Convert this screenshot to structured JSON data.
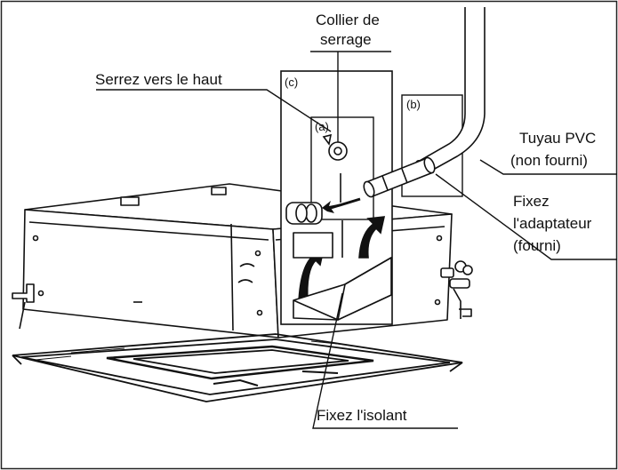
{
  "labels": {
    "clamp_line1": "Collier de",
    "clamp_line2": "serrage",
    "tighten_up": "Serrez vers le haut",
    "pvc_line1": "Tuyau PVC",
    "pvc_line2": "(non fourni)",
    "adapter_line1": "Fixez",
    "adapter_line2": "l'adaptateur",
    "adapter_line3": "(fourni)",
    "insulation": "Fixez l'isolant"
  },
  "detail_tags": {
    "c": "(c)",
    "a": "(a)",
    "b": "(b)"
  }
}
